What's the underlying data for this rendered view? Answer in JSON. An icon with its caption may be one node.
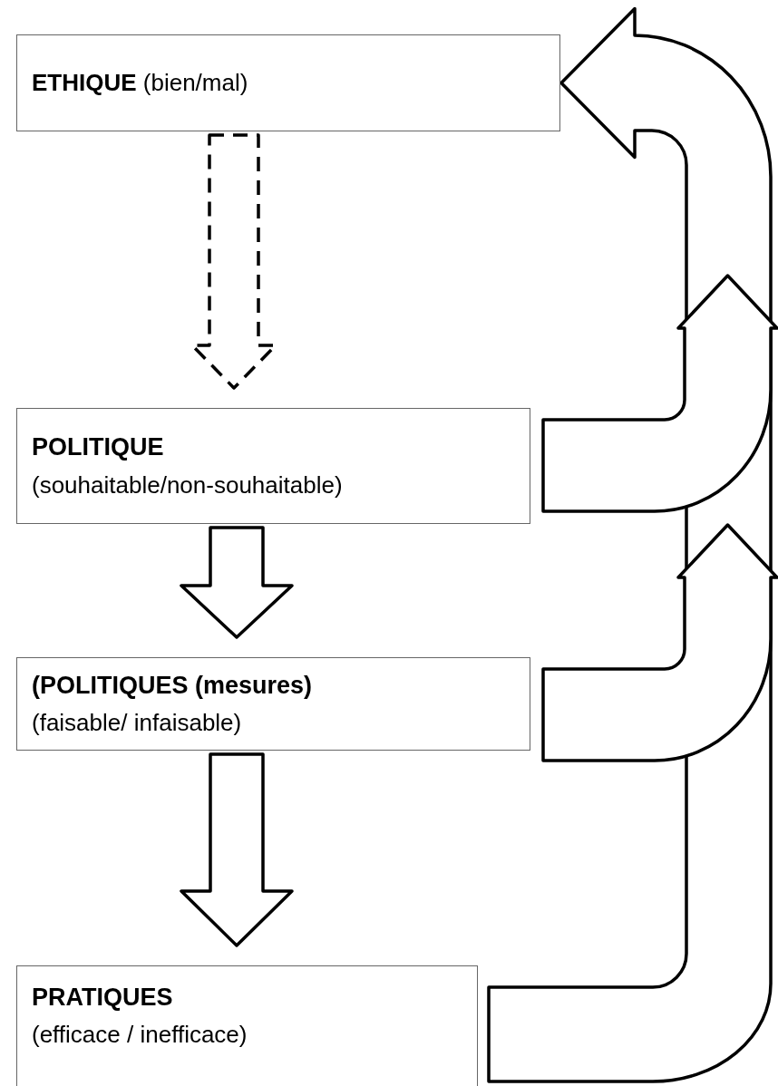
{
  "diagram": {
    "nodes": [
      {
        "text": [
          "**ETHIQUE** (bien/mal)"
        ]
      },
      {
        "text": [
          "POLITIQUE",
          "(souhaitable/non-souhaitable)"
        ]
      },
      {
        "text": [
          "(POLITIQUES (mesures)",
          "(faisable/ infaisable)"
        ]
      },
      {
        "text": [
          "PRATIQUES",
          "(efficace / inefficace)"
        ]
      }
    ],
    "edges": [
      {
        "from": 0,
        "to": 1,
        "arrow": "to",
        "style": "dashed"
      },
      {
        "from": 1,
        "to": 2,
        "arrow": "to"
      },
      {
        "from": 2,
        "to": 3,
        "arrow": "to"
      },
      {
        "from": 3,
        "to": 0,
        "arrow": "to"
      },
      {
        "from": 1,
        "to": null,
        "arrow": "to"
      },
      {
        "from": 2,
        "to": null,
        "arrow": "to"
      }
    ]
  }
}
